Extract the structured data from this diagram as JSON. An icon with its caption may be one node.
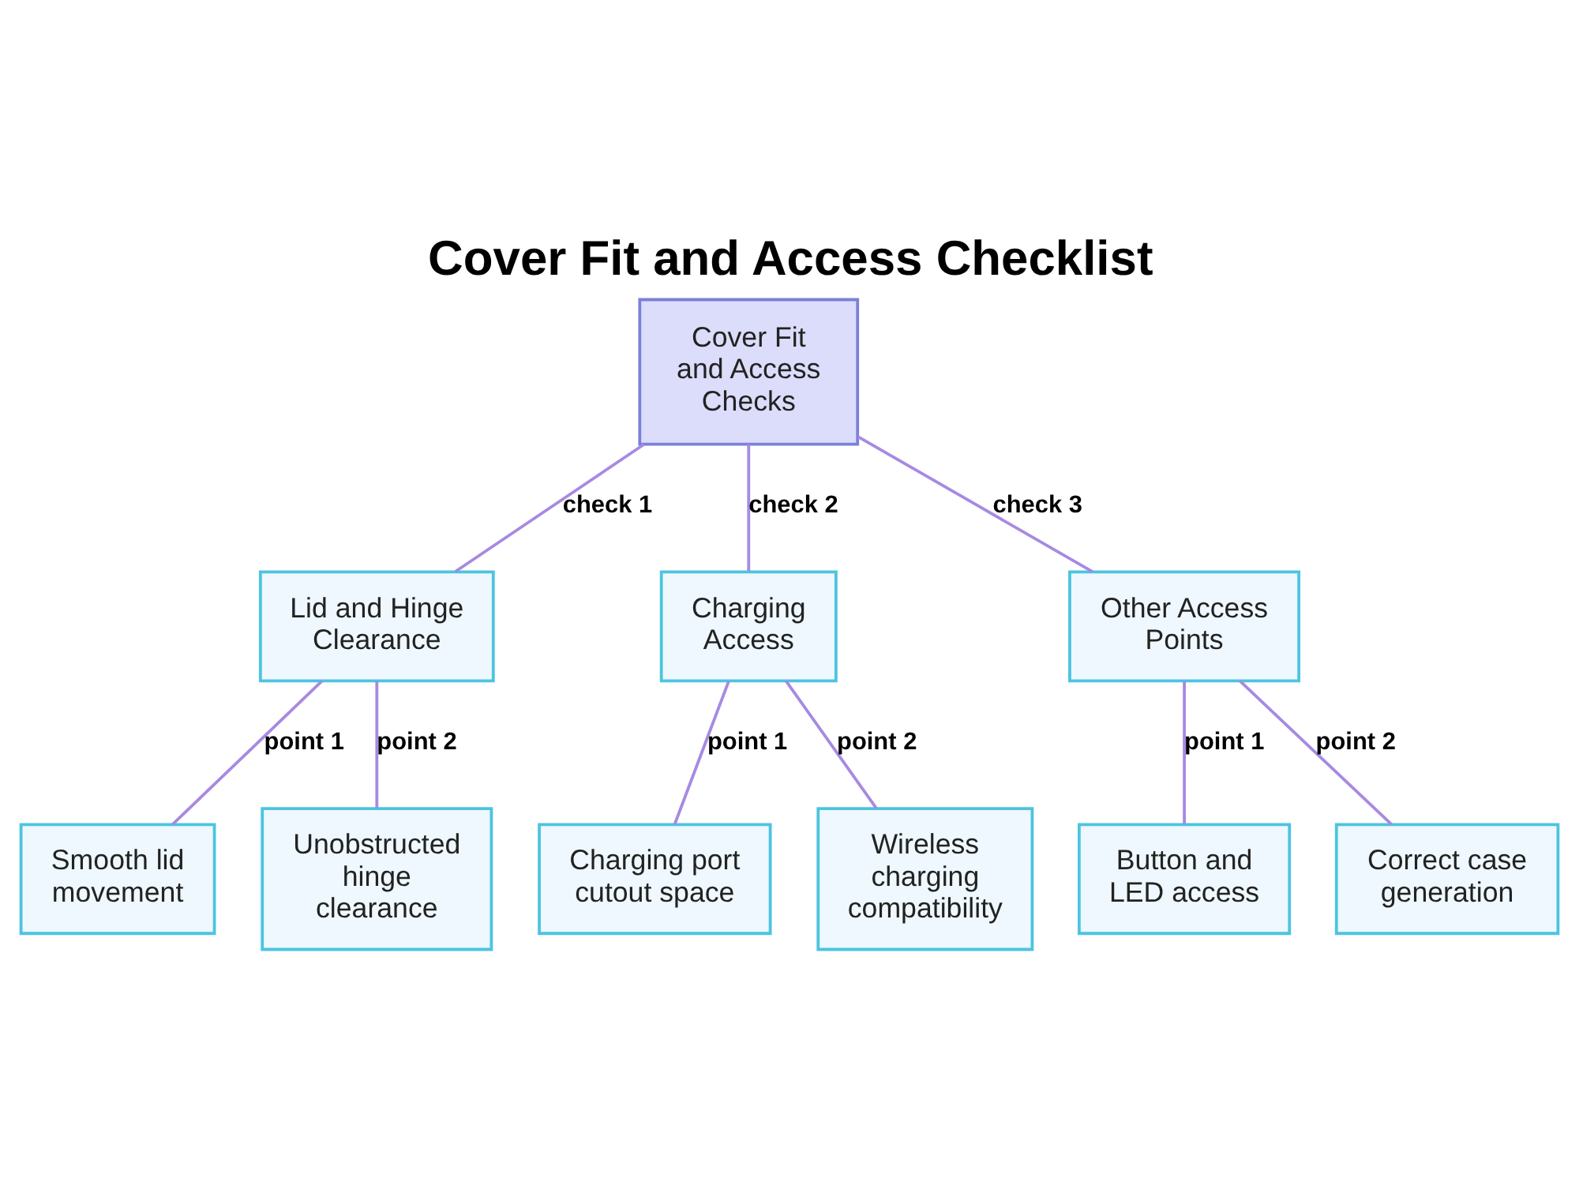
{
  "diagram": {
    "title": "Cover Fit and Access Checklist",
    "nodes": [
      {
        "text": [
          "Cover Fit and Access Checks"
        ]
      },
      {
        "text": [
          "Lid and Hinge Clearance"
        ]
      },
      {
        "text": [
          "Charging Access"
        ]
      },
      {
        "text": [
          "Other Access Points"
        ]
      },
      {
        "text": [
          "Smooth lid movement"
        ]
      },
      {
        "text": [
          "Unobstructed hinge clearance"
        ]
      },
      {
        "text": [
          "Charging port cutout space"
        ]
      },
      {
        "text": [
          "Wireless charging compatibility"
        ]
      },
      {
        "text": [
          "Button and LED access"
        ]
      },
      {
        "text": [
          "Correct case generation"
        ]
      }
    ],
    "edges": [
      {
        "from": 0,
        "to": 1,
        "arrow": "none",
        "label": "check 1"
      },
      {
        "from": 0,
        "to": 2,
        "arrow": "none",
        "label": "check 2"
      },
      {
        "from": 0,
        "to": 3,
        "arrow": "none",
        "label": "check 3"
      },
      {
        "from": 1,
        "to": 4,
        "arrow": "none",
        "label": "point 1"
      },
      {
        "from": 1,
        "to": 5,
        "arrow": "none",
        "label": "point 2"
      },
      {
        "from": 2,
        "to": 6,
        "arrow": "none",
        "label": "point 1"
      },
      {
        "from": 2,
        "to": 7,
        "arrow": "none",
        "label": "point 2"
      },
      {
        "from": 3,
        "to": 8,
        "arrow": "none",
        "label": "point 1"
      },
      {
        "from": 3,
        "to": 9,
        "arrow": "none",
        "label": "point 2"
      }
    ]
  }
}
